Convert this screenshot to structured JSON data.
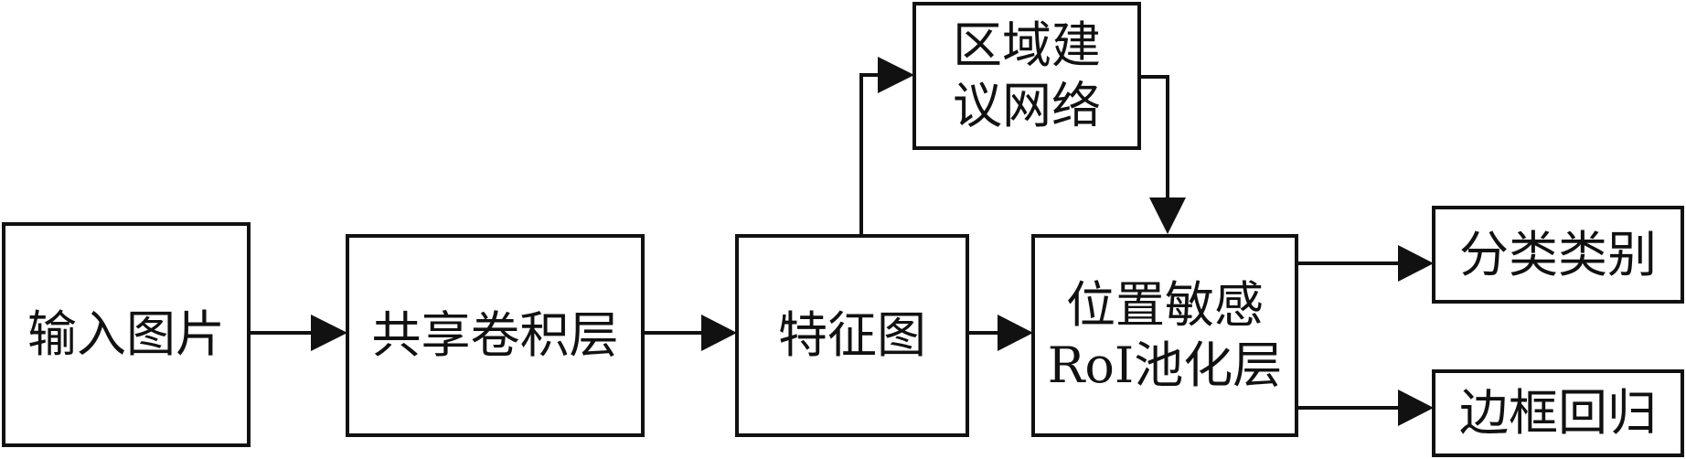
{
  "diagram": {
    "nodes": {
      "input_image": {
        "label": "输入图片"
      },
      "shared_conv": {
        "label": "共享卷积层"
      },
      "feature_map": {
        "label": "特征图"
      },
      "rpn": {
        "line1": "区域建",
        "line2": "议网络"
      },
      "ps_roi_pool": {
        "line1": "位置敏感",
        "line2": "RoI池化层"
      },
      "cls": {
        "label": "分类类别"
      },
      "bbox": {
        "label": "边框回归"
      }
    },
    "edges": [
      {
        "from": "输入图片",
        "to": "共享卷积层"
      },
      {
        "from": "共享卷积层",
        "to": "特征图"
      },
      {
        "from": "特征图",
        "to": "区域建议网络"
      },
      {
        "from": "特征图",
        "to": "位置敏感RoI池化层"
      },
      {
        "from": "区域建议网络",
        "to": "位置敏感RoI池化层"
      },
      {
        "from": "位置敏感RoI池化层",
        "to": "分类类别"
      },
      {
        "from": "位置敏感RoI池化层",
        "to": "边框回归"
      }
    ],
    "colors": {
      "stroke": "#111111",
      "background": "#ffffff"
    }
  }
}
